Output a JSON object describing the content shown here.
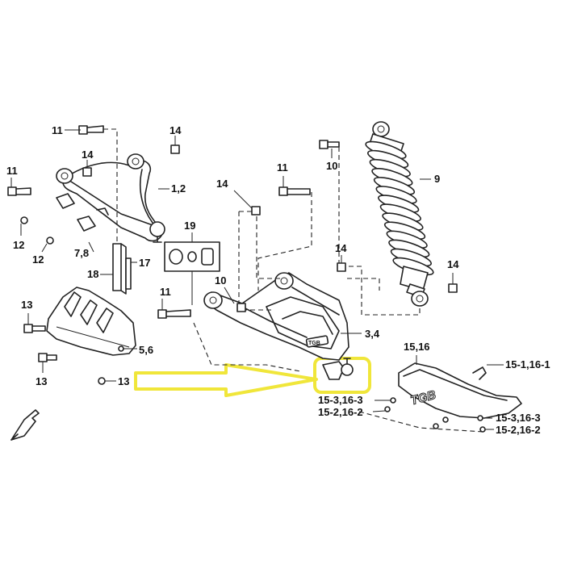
{
  "labels": {
    "l11a": "11",
    "l14a": "14",
    "l14b": "14",
    "l11b": "11",
    "l12a": "1,2",
    "l12b": "12",
    "l12c": "12",
    "l78": "7,8",
    "l19": "19",
    "l18": "18",
    "l17": "17",
    "l13a": "13",
    "l56": "5,6",
    "l13b": "13",
    "l13c": "13",
    "l11c": "11",
    "l10a": "10",
    "l14c": "14",
    "l11d": "11",
    "l14d": "14",
    "l10b": "10",
    "l9": "9",
    "l14e": "14",
    "l34": "3,4",
    "l1516": "15,16",
    "l151161": "15-1,16-1",
    "l153163a": "15-3,16-3",
    "l152162a": "15-2,16-2",
    "l153163b": "15-3,16-3",
    "l152162b": "15-2,16-2"
  },
  "logos": {
    "skid_plate": "TGB",
    "arm_plate": "TGB"
  },
  "colors": {
    "highlight": "#f0e63a",
    "line": "#222222"
  }
}
